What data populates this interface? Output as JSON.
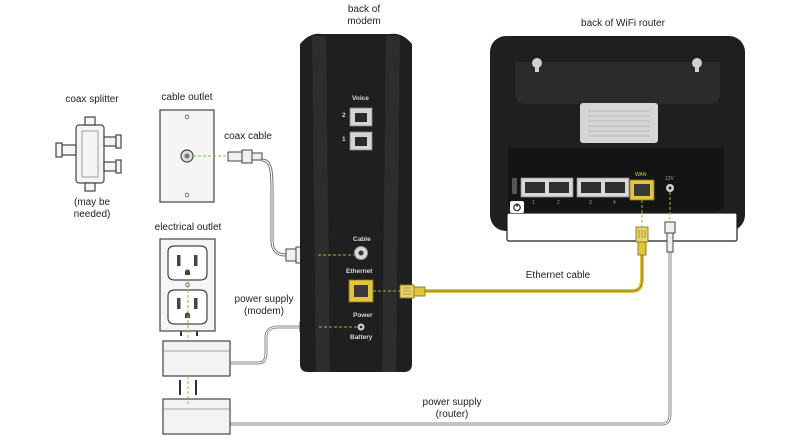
{
  "labels": {
    "back_of_modem": [
      "back of",
      "modem"
    ],
    "back_of_router": "back of WiFi router",
    "coax_splitter": "coax splitter",
    "may_be_needed": [
      "(may be",
      "needed)"
    ],
    "cable_outlet": "cable outlet",
    "coax_cable": "coax cable",
    "electrical_outlet": "electrical outlet",
    "power_supply_modem": [
      "power supply",
      "(modem)"
    ],
    "power_supply_router": [
      "power supply",
      "(router)"
    ],
    "ethernet_cable": "Ethernet cable"
  },
  "modem": {
    "voice": "Voice",
    "port_2": "2",
    "port_1": "1",
    "cable": "Cable",
    "ethernet": "Ethernet",
    "power": "Power",
    "battery": "Battery"
  },
  "router": {
    "port_numbers": [
      "1",
      "2",
      "3",
      "4"
    ],
    "wan": "WAN",
    "power_in": "12V"
  },
  "colors": {
    "device_body": "#1f1f1f",
    "ethernet_cable": "#e2c53c",
    "guide_dash": "#7fc241",
    "outline": "#555555",
    "cable_gray": "#8a8a8a"
  }
}
